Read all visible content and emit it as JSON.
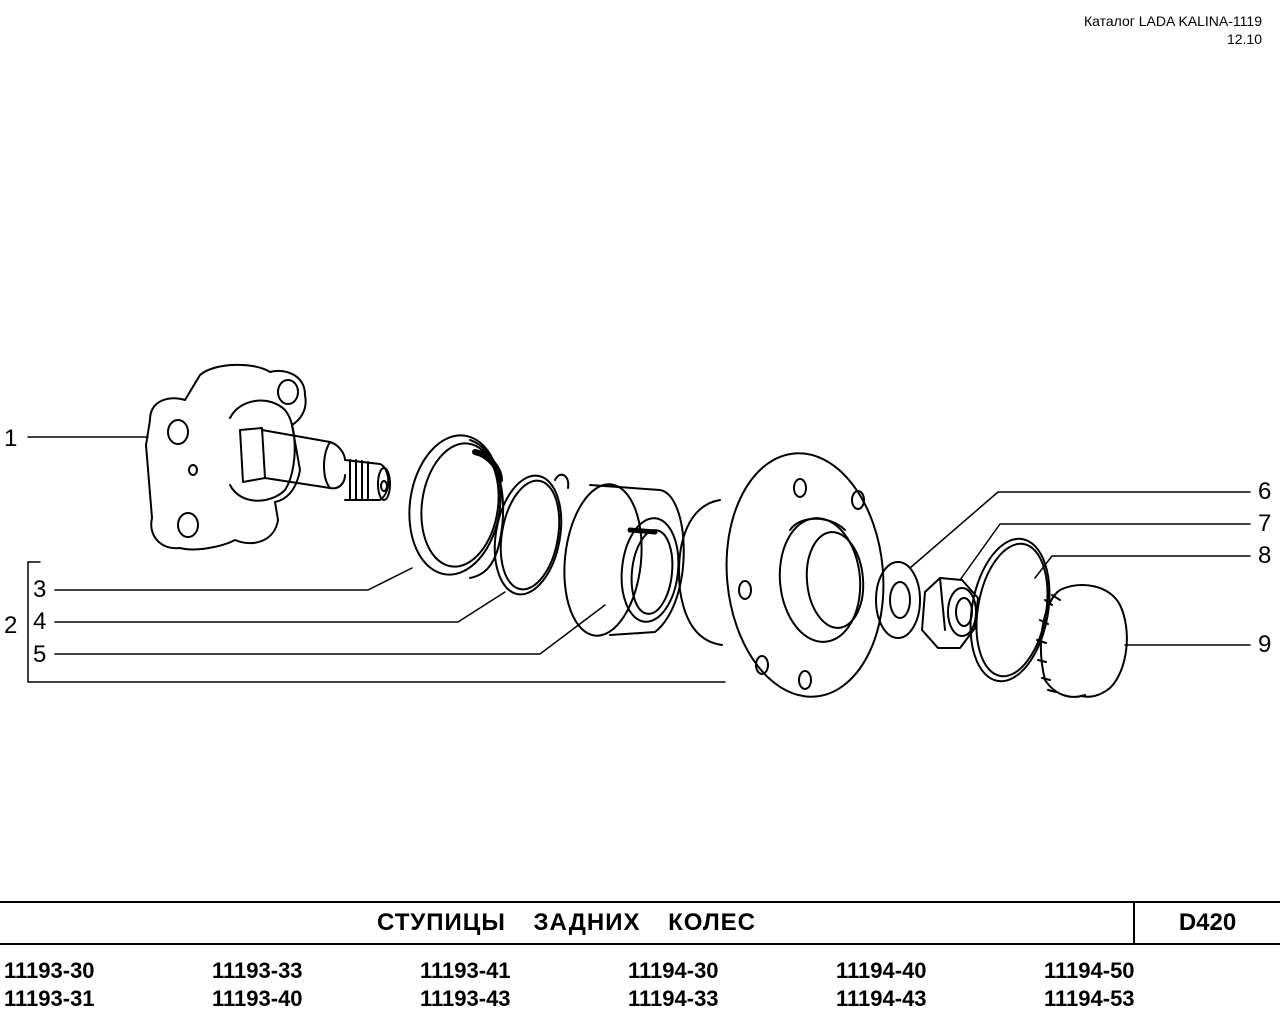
{
  "header": {
    "catalog": "Каталог LADA KALINA-1119",
    "date": "12.10"
  },
  "callouts": {
    "c1": "1",
    "c2": "2",
    "c3": "3",
    "c4": "4",
    "c5": "5",
    "c6": "6",
    "c7": "7",
    "c8": "8",
    "c9": "9"
  },
  "title": "СТУПИЦЫ ЗАДНИХ КОЛЕС",
  "section_code": "D420",
  "models": [
    [
      "11193-30",
      "11193-31"
    ],
    [
      "11193-33",
      "11193-40"
    ],
    [
      "11193-41",
      "11193-43"
    ],
    [
      "11194-30",
      "11194-33"
    ],
    [
      "11194-40",
      "11194-43"
    ],
    [
      "11194-50",
      "11194-53"
    ]
  ],
  "colors": {
    "ink": "#000000",
    "paper": "#ffffff"
  }
}
